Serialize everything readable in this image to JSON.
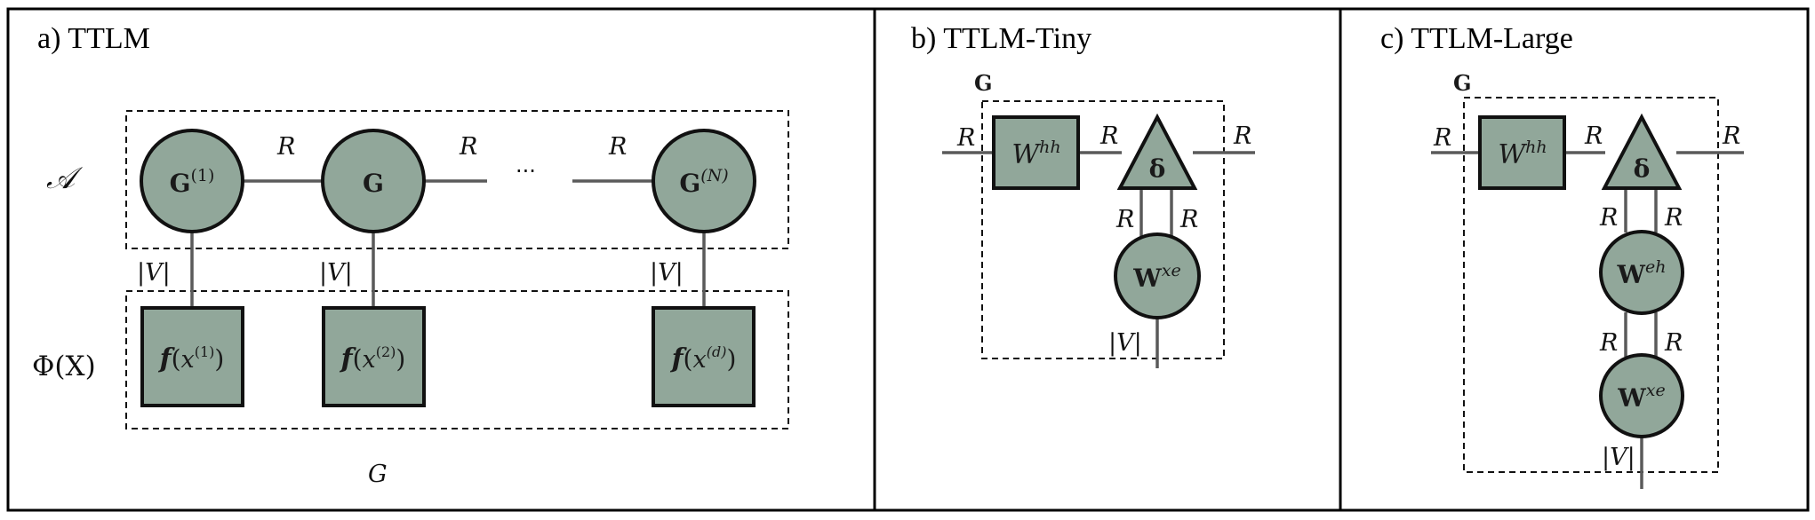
{
  "panels": {
    "a": {
      "title": "a) TTLM",
      "row_label_top": "𝒜",
      "row_label_bottom": "Φ(X)",
      "bottom_label": "G",
      "cores": [
        "G",
        "G",
        "G"
      ],
      "core_sup": [
        "(1)",
        "",
        "(N)"
      ],
      "bonds": [
        "R",
        "R",
        "R"
      ],
      "ellipsis": "...",
      "phys": "|V|",
      "features": [
        {
          "f": "f",
          "x": "x",
          "sup": "(1)"
        },
        {
          "f": "f",
          "x": "x",
          "sup": "(2)"
        },
        {
          "f": "f",
          "x": "x",
          "sup": "(d)"
        }
      ]
    },
    "b": {
      "title": "b) TTLM-Tiny",
      "box_label": "G",
      "w_hh": {
        "base": "W",
        "sup": "hh"
      },
      "delta": "δ",
      "w_xe": {
        "base": "W",
        "sup": "xe"
      },
      "r": "R",
      "phys": "|V|"
    },
    "c": {
      "title": "c) TTLM-Large",
      "box_label": "G",
      "w_hh": {
        "base": "W",
        "sup": "hh"
      },
      "delta": "δ",
      "w_eh": {
        "base": "W",
        "sup": "eh"
      },
      "w_xe": {
        "base": "W",
        "sup": "xe"
      },
      "r": "R",
      "phys": "|V|"
    }
  },
  "colors": {
    "node_fill": "#91a79a",
    "wire": "#5a5a5a",
    "border": "#000000"
  }
}
